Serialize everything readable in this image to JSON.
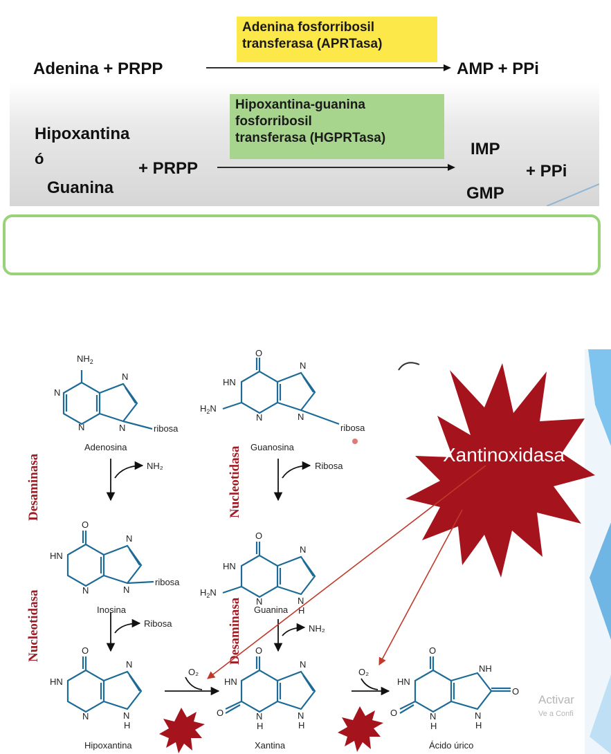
{
  "reactions": {
    "r1": {
      "left": "Adenina + PRPP",
      "enzyme_line1": "Adenina fosforribosil",
      "enzyme_line2": "transferasa (APRTasa)",
      "right": "AMP  +  PPi"
    },
    "r2": {
      "substrate1": "Hipoxantina",
      "or": "ó",
      "substrate2": "Guanina",
      "plus_prpp": "+ PRPP",
      "enzyme_line1": "Hipoxantina-guanina",
      "enzyme_line2": "fosforribosil",
      "enzyme_line3": "transferasa (HGPRTasa)",
      "product1": "IMP",
      "product2": "GMP",
      "plus_ppi": "+ PPi"
    }
  },
  "pathway": {
    "adenosina": "Adenosina",
    "guanosina": "Guanosina",
    "inosina": "Inosina",
    "guanina": "Guanina",
    "hipoxantina": "Hipoxantina",
    "xantina": "Xantina",
    "acido_urico": "Ácido úrico",
    "nh2_released": "NH₂",
    "ribosa_released_1": "Ribosa",
    "ribosa_released_2": "Ribosa",
    "nh2_released_2": "NH₂",
    "o2_1": "O₂",
    "o2_2": "O₂",
    "ribosa_sub": "ribosa",
    "enzyme_desaminasa_1": "Desaminasa",
    "enzyme_nucleotidasa_1": "Nucleotidasa",
    "enzyme_nucleotidasa_2": "Nucleotidasa",
    "enzyme_desaminasa_2": "Desaminasa",
    "xantinoxidasa": "Xantinoxidasa"
  },
  "watermark": {
    "line1": "Activar",
    "line2": "Ve a Confi"
  },
  "colors": {
    "enzyme_yellow": "#fde84a",
    "enzyme_green": "#a8d58e",
    "box_border": "#9ad27a",
    "starburst": "#a5141d",
    "bond_blue": "#1d6a96",
    "arrow_red": "#c0392b"
  }
}
